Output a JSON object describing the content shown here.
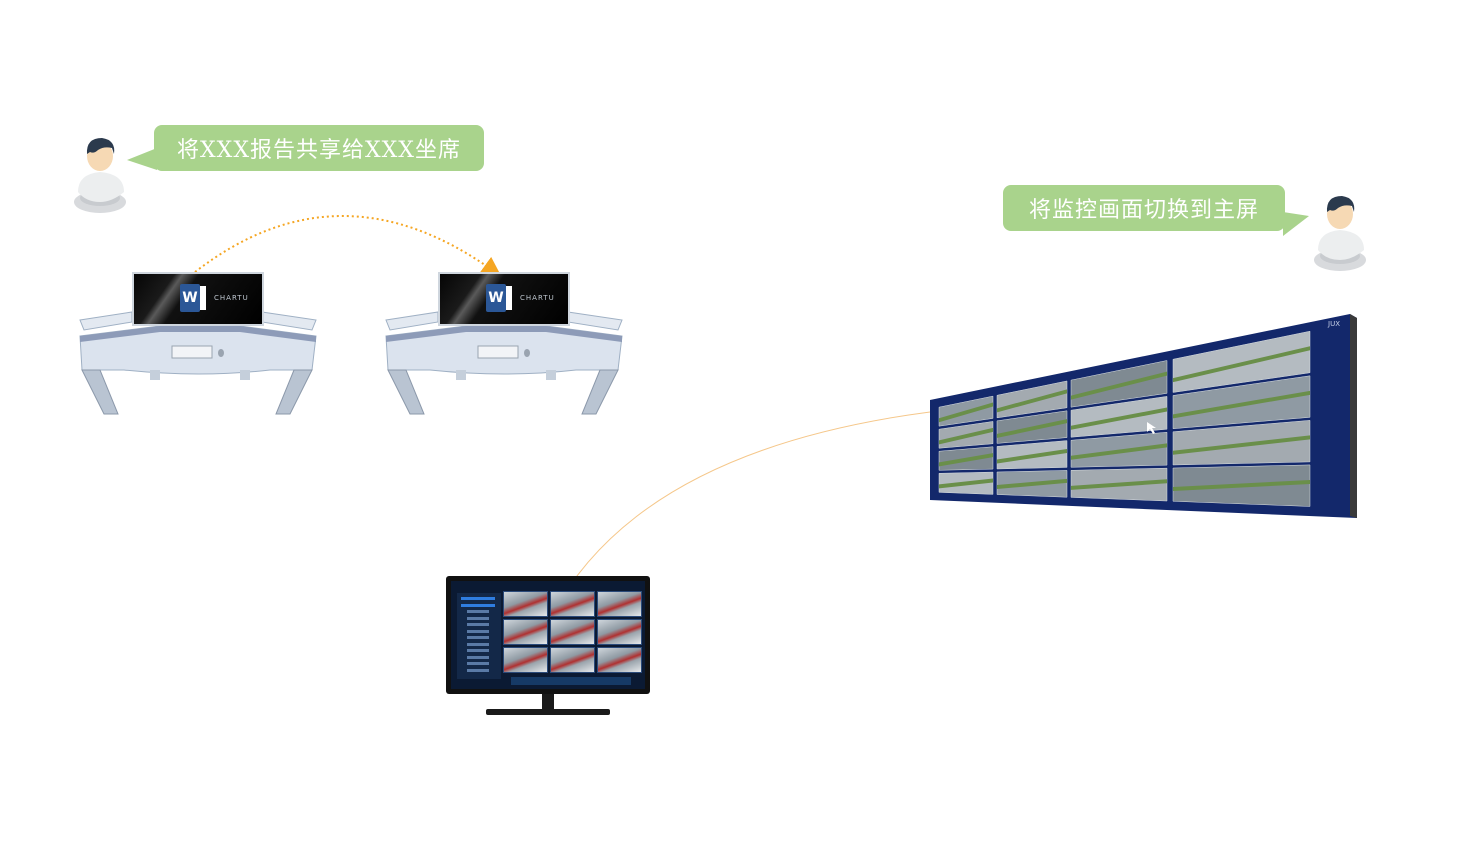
{
  "scene": {
    "type": "control-room collaboration diagram",
    "colors": {
      "bubble_green": "#a9d38c",
      "bubble_text": "#ffffff",
      "arrow_orange": "#f5a623",
      "videowall_blue": "#13286b",
      "desk_body": "#dbe3ee",
      "desk_frame": "#9fb0c4"
    }
  },
  "left_operator": {
    "icon": "person-icon",
    "bubble_text": "将XXX报告共享给XXX坐席"
  },
  "right_operator": {
    "icon": "person-icon",
    "bubble_text": "将监控画面切换到主屏"
  },
  "source_desk": {
    "screen_app_icon": "word-icon",
    "screen_app_letter": "W",
    "screen_brand": "CHARTU"
  },
  "target_desk": {
    "screen_app_icon": "word-icon",
    "screen_app_letter": "W",
    "screen_brand": "CHARTU"
  },
  "share_arrow": {
    "style": "dotted",
    "direction": "source-desk-to-target-desk"
  },
  "video_wall": {
    "corner_label": "JUX",
    "rows": 4,
    "cols_small": 2,
    "cols_medium": 1,
    "cols_large": 1
  },
  "switch_arrow": {
    "style": "thin solid",
    "direction": "monitor-to-video-wall"
  },
  "operator_monitor": {
    "grid_rows": 3,
    "grid_cols": 3,
    "sidebar_items": 12
  }
}
